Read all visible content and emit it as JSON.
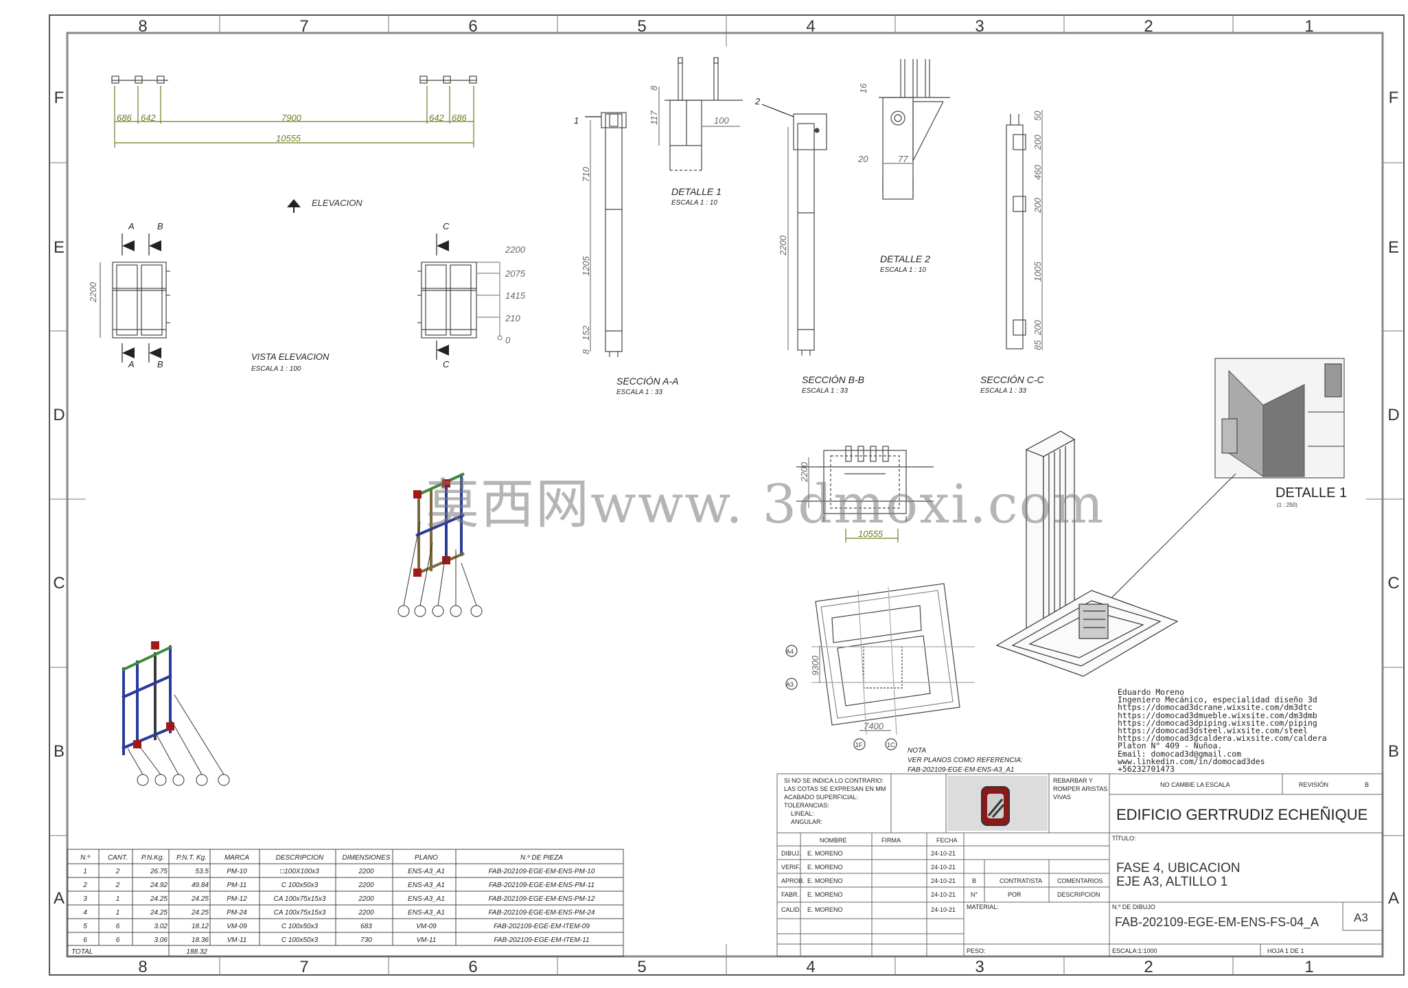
{
  "zones": {
    "top": [
      "8",
      "7",
      "6",
      "5",
      "4",
      "3",
      "2",
      "1"
    ],
    "side": [
      "F",
      "E",
      "D",
      "C",
      "B",
      "A"
    ]
  },
  "elevation": {
    "dims_top": [
      "686",
      "642",
      "7900",
      "642",
      "686"
    ],
    "dim_total": "10555",
    "marker": "ELEVACION",
    "title": "VISTA ELEVACION",
    "scale": "ESCALA 1 : 100",
    "height": "2200",
    "levels": [
      "2200",
      "2075",
      "1415",
      "210",
      "0"
    ],
    "section_letters": [
      "A",
      "B",
      "C"
    ]
  },
  "sections": [
    {
      "title": "SECCIÓN A-A",
      "scale": "ESCALA 1 : 33",
      "dims": [
        "710",
        "1205",
        "152",
        "8"
      ],
      "callout": "1"
    },
    {
      "title": "SECCIÓN B-B",
      "scale": "ESCALA 1 : 33",
      "dims": [
        "2200"
      ],
      "callout": "2"
    },
    {
      "title": "SECCIÓN C-C",
      "scale": "ESCALA 1 : 33",
      "dims": [
        "50",
        "200",
        "460",
        "200",
        "1005",
        "200",
        "85"
      ]
    }
  ],
  "details": [
    {
      "title": "DETALLE 1",
      "scale": "ESCALA 1 : 10",
      "dims": [
        "8",
        "117",
        "100"
      ]
    },
    {
      "title": "DETALLE 2",
      "scale": "ESCALA 1 : 10",
      "dims": [
        "16",
        "20",
        "77"
      ]
    }
  ],
  "plan": {
    "dim_h": "2200",
    "dim_w": "10555"
  },
  "site": {
    "dim_h": "9300",
    "dim_w": "7400",
    "axes": [
      "A4",
      "A3",
      "1F",
      "1C"
    ]
  },
  "iso_detail": {
    "title": "DETALLE 1",
    "scale": "(1 : 250)"
  },
  "watermark": "莫西网www. 3dmoxi.com",
  "note": {
    "label": "NOTA",
    "lines": [
      "VER PLANOS COMO REFERENCIA:",
      "FAB-202109-EGE-EM-ENS-A3_A1"
    ]
  },
  "contact": [
    "Eduardo Moreno",
    "Ingeniero Mecánico, especialidad diseño 3d",
    "https://domocad3dcrane.wixsite.com/dm3dtc",
    "https://domocad3dmueble.wixsite.com/dm3dmb",
    "https://domocad3dpiping.wixsite.com/piping",
    "https://domocad3dsteel.wixsite.com/steel",
    "https://domocad3dcaldera.wixsite.com/caldera",
    "Platon N° 409 - Ñuñoa.",
    "Email: domocad3d@gmail.com",
    "www.linkedin.com/in/domocad3des",
    "+56232701473"
  ],
  "bom": {
    "headers": [
      "N.º",
      "CANT.",
      "P.N.Kg.",
      "P.N.T. Kg.",
      "MARCA",
      "DESCRIPCION",
      "DIMENSIONES",
      "PLANO",
      "N.º DE PIEZA"
    ],
    "rows": [
      [
        "1",
        "2",
        "26.75",
        "53.5",
        "PM-10",
        "□100X100x3",
        "2200",
        "ENS-A3_A1",
        "FAB-202109-EGE-EM-ENS-PM-10"
      ],
      [
        "2",
        "2",
        "24.92",
        "49.84",
        "PM-11",
        "C 100x50x3",
        "2200",
        "ENS-A3_A1",
        "FAB-202109-EGE-EM-ENS-PM-11"
      ],
      [
        "3",
        "1",
        "24.25",
        "24.25",
        "PM-12",
        "CA 100x75x15x3",
        "2200",
        "ENS-A3_A1",
        "FAB-202109-EGE-EM-ENS-PM-12"
      ],
      [
        "4",
        "1",
        "24.25",
        "24.25",
        "PM-24",
        "CA 100x75x15x3",
        "2200",
        "ENS-A3_A1",
        "FAB-202109-EGE-EM-ENS-PM-24"
      ],
      [
        "5",
        "6",
        "3.02",
        "18.12",
        "VM-09",
        "C 100x50x3",
        "683",
        "VM-09",
        "FAB-202109-EGE-EM-ITEM-09"
      ],
      [
        "6",
        "6",
        "3.06",
        "18.36",
        "VM-11",
        "C 100x50x3",
        "730",
        "VM-11",
        "FAB-202109-EGE-EM-ITEM-11"
      ]
    ],
    "total_label": "TOTAL",
    "total_value": "188.32"
  },
  "titleblock": {
    "general_notes": [
      "SI NO SE INDICA LO CONTRARIO:",
      "LAS COTAS SE EXPRESAN EN MM",
      "ACABADO SUPERFICIAL:",
      "TOLERANCIAS:",
      "LINEAL:",
      "ANGULAR:"
    ],
    "edge_note": [
      "REBARBAR Y",
      "ROMPER ARISTAS",
      "VIVAS"
    ],
    "no_scale": "NO CAMBIE LA ESCALA",
    "revision_label": "REVISIÓN",
    "revision": "B",
    "project": "EDIFICIO GERTRUDIZ ECHEÑIQUE",
    "col_headers": [
      "NOMBRE",
      "FIRMA",
      "FECHA"
    ],
    "roles": [
      {
        "role": "DIBUJ.",
        "name": "E. MORENO",
        "date": "24-10-21"
      },
      {
        "role": "VERIF.",
        "name": "E. MORENO",
        "date": "24-10-21"
      },
      {
        "role": "APROB.",
        "name": "E. MORENO",
        "date": "24-10-21"
      },
      {
        "role": "FABR.",
        "name": "E. MORENO",
        "date": "24-10-21"
      },
      {
        "role": "CALID.",
        "name": "E. MORENO",
        "date": "24-10-21"
      }
    ],
    "rev_table": {
      "b": "B",
      "contratista": "CONTRATISTA",
      "comentarios": "COMENTARIOS",
      "n": "N°",
      "por": "POR",
      "descripcion": "DESCRIPCION"
    },
    "material_label": "MATERIAL:",
    "weight_label": "PESO:",
    "title_label": "TÍTULO:",
    "title_lines": [
      "FASE 4, UBICACION",
      "EJE A3, ALTILLO 1"
    ],
    "drawing_no_label": "N.º DE DIBUJO",
    "drawing_no": "FAB-202109-EGE-EM-ENS-FS-04_A",
    "sheet_size": "A3",
    "scale": "ESCALA:1:1000",
    "sheet": "HOJA 1 DE 1"
  },
  "colors": {
    "line": "#333333",
    "dim": "#666666",
    "dim_green": "#6b7d1e",
    "frame_blue": "#2a3a9a",
    "frame_red": "#a01818",
    "frame_green": "#3a8a3a",
    "frame_olive": "#7a6a3a"
  }
}
